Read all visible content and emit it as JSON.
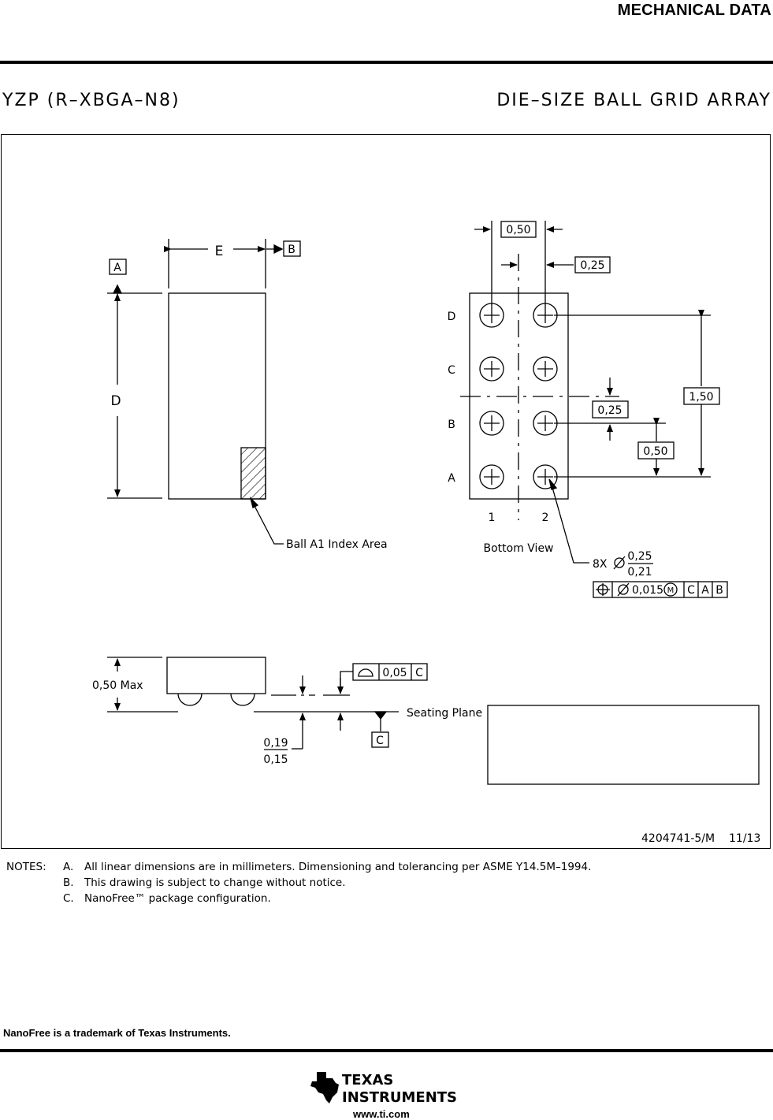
{
  "header": {
    "title": "MECHANICAL DATA"
  },
  "package": {
    "code": "YZP (R–XBGA–N8)",
    "name": "DIE–SIZE BALL GRID ARRAY"
  },
  "drawing": {
    "datum_a": "A",
    "datum_b": "B",
    "datum_c": "C",
    "dim_e": "E",
    "dim_d": "D",
    "index_label": "Ball A1 Index Area",
    "pitch_top": "0,50",
    "offset_top": "0,25",
    "rows": [
      "D",
      "C",
      "B",
      "A"
    ],
    "cols": [
      "1",
      "2"
    ],
    "dim_150": "1,50",
    "dim_025_right": "0,25",
    "dim_050_right": "0,50",
    "bottom_view": "Bottom View",
    "ball_count": "8X",
    "ball_max": "0,25",
    "ball_min": "0,21",
    "tolerance_value": "0,015",
    "tolerance_mod": "M",
    "tol_ref_c": "C",
    "tol_ref_a": "A",
    "tol_ref_b": "B",
    "height_max": "0,50 Max",
    "coplanarity": "0,05",
    "coplanarity_ref": "C",
    "seating_plane": "Seating Plane",
    "standoff_max": "0,19",
    "standoff_min": "0,15",
    "drawing_number": "4204741-5/M",
    "date": "11/13"
  },
  "notes": {
    "label": "NOTES:",
    "items": [
      {
        "letter": "A.",
        "text": "All linear dimensions are in millimeters.  Dimensioning and tolerancing per ASME Y14.5M–1994."
      },
      {
        "letter": "B.",
        "text": "This drawing is subject to change without notice."
      },
      {
        "letter": "C.",
        "text": "NanoFree™ package configuration."
      }
    ]
  },
  "footer": {
    "trademark": "NanoFree is a trademark of Texas Instruments.",
    "company_line1": "TEXAS",
    "company_line2": "INSTRUMENTS",
    "url": "www.ti.com"
  }
}
